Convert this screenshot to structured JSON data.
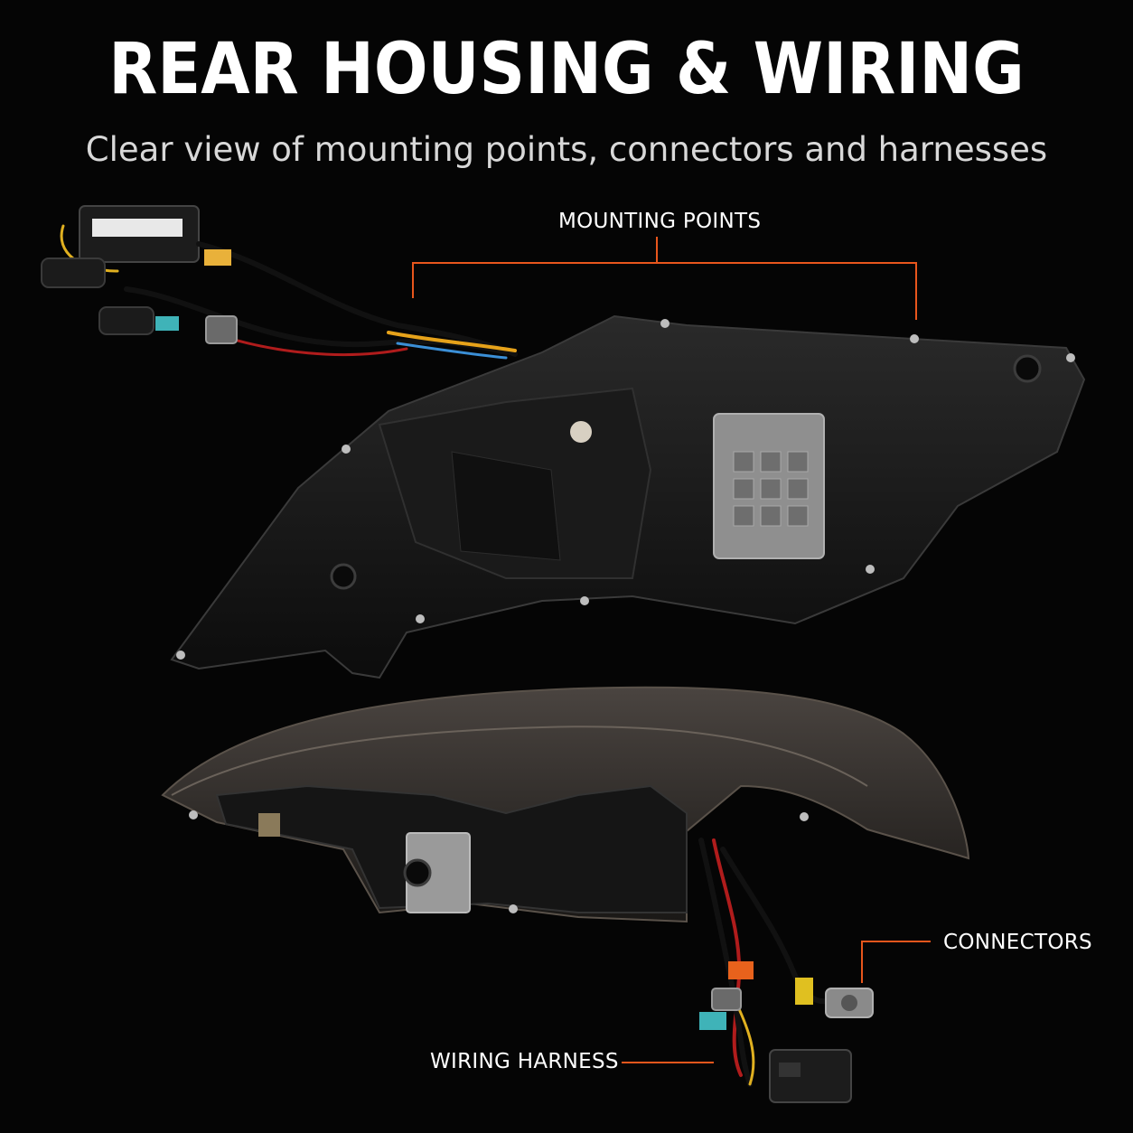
{
  "header": {
    "title": "REAR HOUSING & WIRING",
    "subtitle": "Clear view of mounting points, connectors and harnesses"
  },
  "callouts": {
    "mounting_points": "MOUNTING POINTS",
    "connectors": "CONNECTORS",
    "wiring_harness": "WIRING HARNESS"
  },
  "colors": {
    "background": "#050505",
    "callout_line": "#e8561c",
    "housing": "#141414",
    "text": "#ffffff"
  }
}
